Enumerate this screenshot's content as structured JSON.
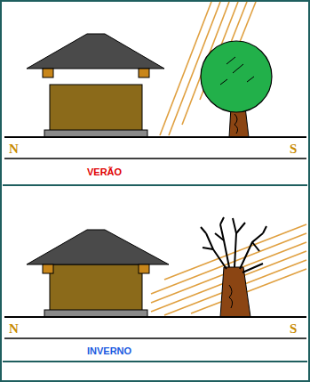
{
  "diagram": {
    "labels": [
      "N",
      "S",
      "VERÃO",
      "N",
      "S",
      "INVERNO"
    ]
  }
}
